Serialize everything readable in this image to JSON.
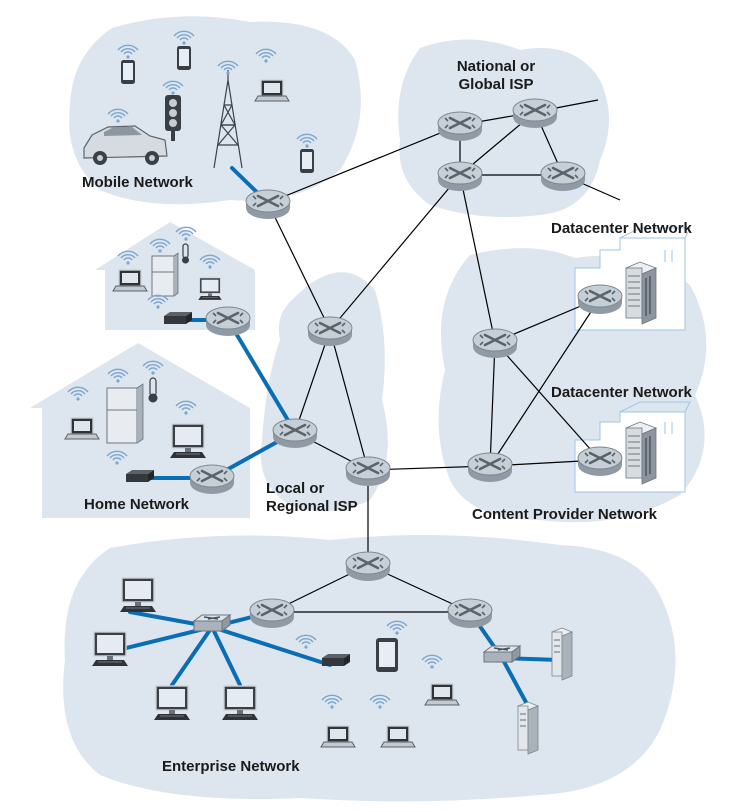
{
  "labels": {
    "mobile_network": "Mobile Network",
    "national_isp_line1": "National or",
    "national_isp_line2": "Global ISP",
    "datacenter_network_1": "Datacenter Network",
    "datacenter_network_2": "Datacenter Network",
    "home_network": "Home Network",
    "local_isp_line1": "Local or",
    "local_isp_line2": "Regional ISP",
    "content_provider_network": "Content Provider Network",
    "enterprise_network": "Enterprise Network"
  },
  "colors": {
    "cloud_fill": "#dde5ef",
    "access_link": "#0a6eb4",
    "backbone_link": "#000000",
    "router_fill": "#b8c2cc",
    "house_fill": "#dde5ef",
    "datacenter_outline": "#9ec5e6"
  },
  "icons": {
    "router": "router-icon",
    "switch": "switch-icon",
    "cell_tower": "cell-tower-icon",
    "phone": "smartphone-icon",
    "laptop": "laptop-icon",
    "desktop": "desktop-icon",
    "server": "server-icon",
    "car": "car-icon",
    "traffic_light": "traffic-light-icon",
    "fridge": "refrigerator-icon",
    "thermometer": "thermometer-icon",
    "modem": "modem-icon",
    "tablet": "tablet-icon",
    "wireless": "wireless-signal-icon"
  }
}
